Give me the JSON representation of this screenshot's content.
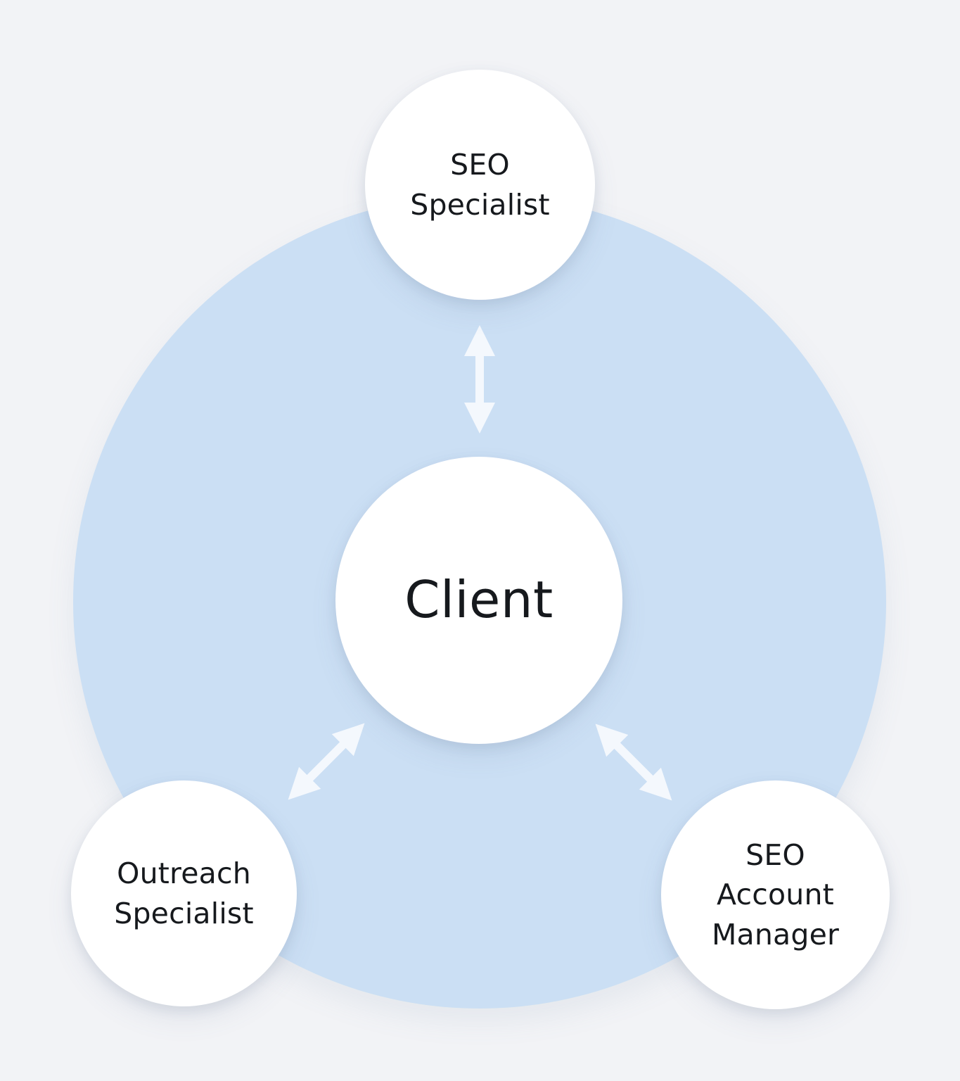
{
  "diagram": {
    "type": "hub-and-spoke",
    "center_node": {
      "id": "client",
      "label": "Client"
    },
    "nodes": [
      {
        "id": "seo-specialist",
        "label": "SEO Specialist",
        "lines": [
          "SEO",
          "Specialist"
        ],
        "position": "top"
      },
      {
        "id": "outreach-specialist",
        "label": "Outreach Specialist",
        "lines": [
          "Outreach",
          "Specialist"
        ],
        "position": "bottom-left"
      },
      {
        "id": "seo-account-manager",
        "label": "SEO Account Manager",
        "lines": [
          "SEO",
          "Account",
          "Manager"
        ],
        "position": "bottom-right"
      }
    ],
    "connections": [
      {
        "from": "client",
        "to": "seo-specialist",
        "style": "double-headed-arrow"
      },
      {
        "from": "client",
        "to": "outreach-specialist",
        "style": "double-headed-arrow"
      },
      {
        "from": "client",
        "to": "seo-account-manager",
        "style": "double-headed-arrow"
      }
    ],
    "colors": {
      "page_bg": "#f2f3f6",
      "halo_circle": "#cbdff4",
      "node_bg": "#ffffff",
      "arrow": "#f4f8fd",
      "text": "#16191d"
    }
  }
}
